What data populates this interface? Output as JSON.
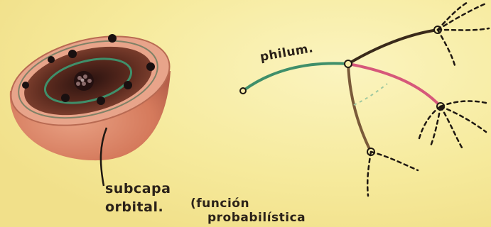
{
  "labels": {
    "philum": "philum.",
    "subcapa_line1": "subcapa",
    "subcapa_line2": "orbital.",
    "funcion_line1": "(función",
    "funcion_line2": "probabilística"
  },
  "colors": {
    "paper": "#f7eda8",
    "shell_outer": "#d9866b",
    "shell_rim": "#e9a58c",
    "shell_inner": "#6b2f22",
    "core": "#3a1a14",
    "green_path": "#3f8f6a",
    "dark_branch": "#3a2a1a",
    "pink_branch": "#d6587a",
    "brown_branch": "#7a5a3a",
    "ink": "#1f1812"
  },
  "icons": {
    "shell": "orbital-shell-icon",
    "nucleus": "nucleus-icon",
    "electron": "electron-dot-icon"
  }
}
